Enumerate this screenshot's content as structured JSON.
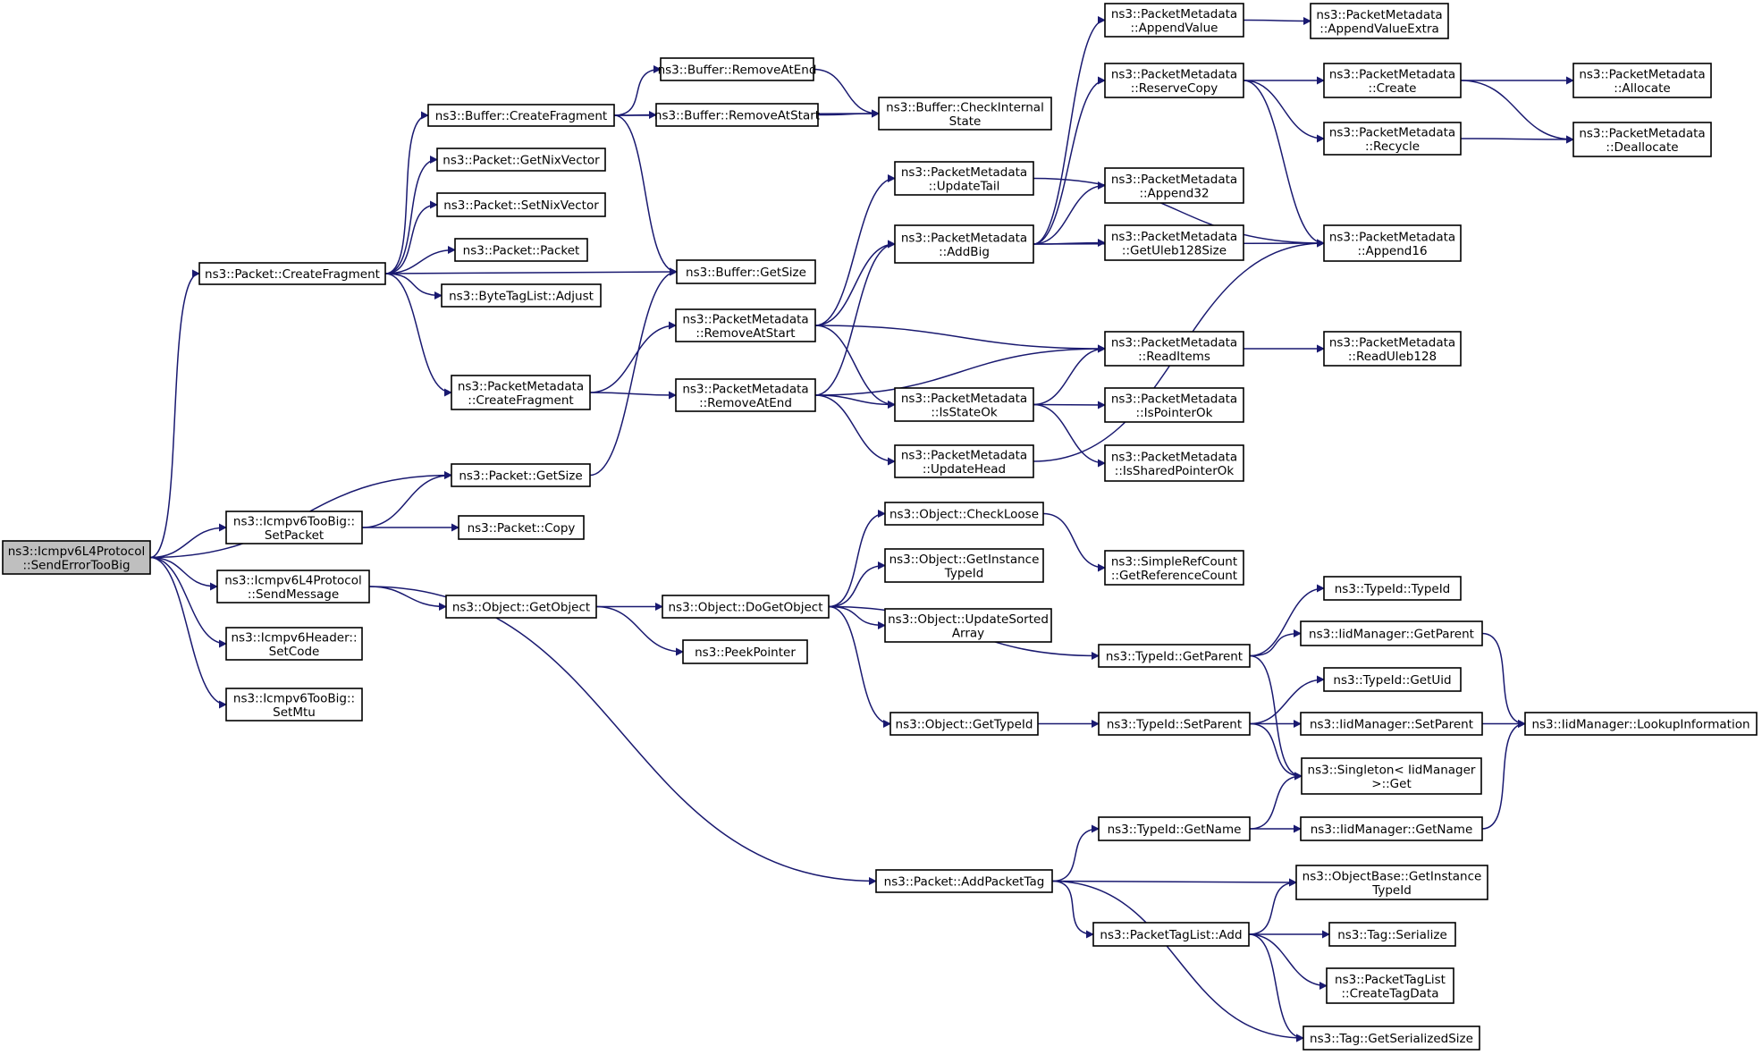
{
  "nodes": [
    {
      "id": "root",
      "lines": [
        "ns3::Icmpv6L4Protocol",
        "::SendErrorTooBig"
      ],
      "highlighted": true
    },
    {
      "id": "pkt_createfrag",
      "lines": [
        "ns3::Packet::CreateFragment"
      ]
    },
    {
      "id": "pkt_getsize",
      "lines": [
        "ns3::Packet::GetSize"
      ]
    },
    {
      "id": "toobig_setpacket",
      "lines": [
        "ns3::Icmpv6TooBig::",
        "SetPacket"
      ]
    },
    {
      "id": "l4_sendmessage",
      "lines": [
        "ns3::Icmpv6L4Protocol",
        "::SendMessage"
      ]
    },
    {
      "id": "hdr_setcode",
      "lines": [
        "ns3::Icmpv6Header::",
        "SetCode"
      ]
    },
    {
      "id": "toobig_setmtu",
      "lines": [
        "ns3::Icmpv6TooBig::",
        "SetMtu"
      ]
    },
    {
      "id": "buf_createfrag",
      "lines": [
        "ns3::Buffer::CreateFragment"
      ]
    },
    {
      "id": "pkt_getnix",
      "lines": [
        "ns3::Packet::GetNixVector"
      ]
    },
    {
      "id": "pkt_setnix",
      "lines": [
        "ns3::Packet::SetNixVector"
      ]
    },
    {
      "id": "pkt_packet",
      "lines": [
        "ns3::Packet::Packet"
      ]
    },
    {
      "id": "btl_adjust",
      "lines": [
        "ns3::ByteTagList::Adjust"
      ]
    },
    {
      "id": "pm_createfrag",
      "lines": [
        "ns3::PacketMetadata",
        "::CreateFragment"
      ]
    },
    {
      "id": "pkt_copy",
      "lines": [
        "ns3::Packet::Copy"
      ]
    },
    {
      "id": "obj_getobject",
      "lines": [
        "ns3::Object::GetObject"
      ]
    },
    {
      "id": "buf_removeatend",
      "lines": [
        "ns3::Buffer::RemoveAtEnd"
      ]
    },
    {
      "id": "buf_removeatstart",
      "lines": [
        "ns3::Buffer::RemoveAtStart"
      ]
    },
    {
      "id": "buf_getsize",
      "lines": [
        "ns3::Buffer::GetSize"
      ]
    },
    {
      "id": "pm_removeatstart",
      "lines": [
        "ns3::PacketMetadata",
        "::RemoveAtStart"
      ]
    },
    {
      "id": "pm_removeatend",
      "lines": [
        "ns3::PacketMetadata",
        "::RemoveAtEnd"
      ]
    },
    {
      "id": "obj_dogetobject",
      "lines": [
        "ns3::Object::DoGetObject"
      ]
    },
    {
      "id": "peekpointer",
      "lines": [
        "ns3::PeekPointer"
      ]
    },
    {
      "id": "buf_checkinternal",
      "lines": [
        "ns3::Buffer::CheckInternal",
        "State"
      ]
    },
    {
      "id": "pm_updatetail",
      "lines": [
        "ns3::PacketMetadata",
        "::UpdateTail"
      ]
    },
    {
      "id": "pm_addbig",
      "lines": [
        "ns3::PacketMetadata",
        "::AddBig"
      ]
    },
    {
      "id": "pm_isstateok",
      "lines": [
        "ns3::PacketMetadata",
        "::IsStateOk"
      ]
    },
    {
      "id": "pm_updatehead",
      "lines": [
        "ns3::PacketMetadata",
        "::UpdateHead"
      ]
    },
    {
      "id": "obj_checkloose",
      "lines": [
        "ns3::Object::CheckLoose"
      ]
    },
    {
      "id": "obj_getinstancetypeid",
      "lines": [
        "ns3::Object::GetInstance",
        "TypeId"
      ]
    },
    {
      "id": "obj_updatesorted",
      "lines": [
        "ns3::Object::UpdateSorted",
        "Array"
      ]
    },
    {
      "id": "obj_gettypeid",
      "lines": [
        "ns3::Object::GetTypeId"
      ]
    },
    {
      "id": "pkt_addpackettag",
      "lines": [
        "ns3::Packet::AddPacketTag"
      ]
    },
    {
      "id": "pm_appendvalue",
      "lines": [
        "ns3::PacketMetadata",
        "::AppendValue"
      ]
    },
    {
      "id": "pm_reservecopy",
      "lines": [
        "ns3::PacketMetadata",
        "::ReserveCopy"
      ]
    },
    {
      "id": "pm_append32",
      "lines": [
        "ns3::PacketMetadata",
        "::Append32"
      ]
    },
    {
      "id": "pm_getuleb128size",
      "lines": [
        "ns3::PacketMetadata",
        "::GetUleb128Size"
      ]
    },
    {
      "id": "pm_readitems",
      "lines": [
        "ns3::PacketMetadata",
        "::ReadItems"
      ]
    },
    {
      "id": "pm_ispointerok",
      "lines": [
        "ns3::PacketMetadata",
        "::IsPointerOk"
      ]
    },
    {
      "id": "pm_issharedpointerok",
      "lines": [
        "ns3::PacketMetadata",
        "::IsSharedPointerOk"
      ]
    },
    {
      "id": "src_getrefcount",
      "lines": [
        "ns3::SimpleRefCount",
        "::GetReferenceCount"
      ]
    },
    {
      "id": "tid_getparent",
      "lines": [
        "ns3::TypeId::GetParent"
      ]
    },
    {
      "id": "tid_setparent",
      "lines": [
        "ns3::TypeId::SetParent"
      ]
    },
    {
      "id": "tid_getname",
      "lines": [
        "ns3::TypeId::GetName"
      ]
    },
    {
      "id": "ptl_add",
      "lines": [
        "ns3::PacketTagList::Add"
      ]
    },
    {
      "id": "pm_appendvalueextra",
      "lines": [
        "ns3::PacketMetadata",
        "::AppendValueExtra"
      ]
    },
    {
      "id": "pm_create",
      "lines": [
        "ns3::PacketMetadata",
        "::Create"
      ]
    },
    {
      "id": "pm_recycle",
      "lines": [
        "ns3::PacketMetadata",
        "::Recycle"
      ]
    },
    {
      "id": "pm_append16",
      "lines": [
        "ns3::PacketMetadata",
        "::Append16"
      ]
    },
    {
      "id": "pm_readuleb128",
      "lines": [
        "ns3::PacketMetadata",
        "::ReadUleb128"
      ]
    },
    {
      "id": "tid_typeid",
      "lines": [
        "ns3::TypeId::TypeId"
      ]
    },
    {
      "id": "iid_getparent",
      "lines": [
        "ns3::IidManager::GetParent"
      ]
    },
    {
      "id": "tid_getuid",
      "lines": [
        "ns3::TypeId::GetUid"
      ]
    },
    {
      "id": "iid_setparent",
      "lines": [
        "ns3::IidManager::SetParent"
      ]
    },
    {
      "id": "singleton_get",
      "lines": [
        "ns3::Singleton< IidManager",
        " >::Get"
      ]
    },
    {
      "id": "iid_getname",
      "lines": [
        "ns3::IidManager::GetName"
      ]
    },
    {
      "id": "objbase_getinstancetypeid",
      "lines": [
        "ns3::ObjectBase::GetInstance",
        "TypeId"
      ]
    },
    {
      "id": "tag_serialize",
      "lines": [
        "ns3::Tag::Serialize"
      ]
    },
    {
      "id": "ptl_createtagdata",
      "lines": [
        "ns3::PacketTagList",
        "::CreateTagData"
      ]
    },
    {
      "id": "tag_getserializedsize",
      "lines": [
        "ns3::Tag::GetSerializedSize"
      ]
    },
    {
      "id": "pm_allocate",
      "lines": [
        "ns3::PacketMetadata",
        "::Allocate"
      ]
    },
    {
      "id": "pm_deallocate",
      "lines": [
        "ns3::PacketMetadata",
        "::Deallocate"
      ]
    },
    {
      "id": "iid_lookupinfo",
      "lines": [
        "ns3::IidManager::LookupInformation"
      ]
    }
  ],
  "edges": [
    [
      "root",
      "pkt_createfrag"
    ],
    [
      "root",
      "pkt_getsize"
    ],
    [
      "root",
      "toobig_setpacket"
    ],
    [
      "root",
      "l4_sendmessage"
    ],
    [
      "root",
      "hdr_setcode"
    ],
    [
      "root",
      "toobig_setmtu"
    ],
    [
      "pkt_createfrag",
      "buf_createfrag"
    ],
    [
      "pkt_createfrag",
      "pkt_getnix"
    ],
    [
      "pkt_createfrag",
      "pkt_setnix"
    ],
    [
      "pkt_createfrag",
      "pkt_packet"
    ],
    [
      "pkt_createfrag",
      "btl_adjust"
    ],
    [
      "pkt_createfrag",
      "buf_getsize"
    ],
    [
      "pkt_createfrag",
      "pm_createfrag"
    ],
    [
      "pkt_getsize",
      "buf_getsize"
    ],
    [
      "toobig_setpacket",
      "pkt_getsize"
    ],
    [
      "toobig_setpacket",
      "pkt_copy"
    ],
    [
      "l4_sendmessage",
      "obj_getobject"
    ],
    [
      "l4_sendmessage",
      "pkt_addpackettag"
    ],
    [
      "buf_createfrag",
      "buf_removeatend"
    ],
    [
      "buf_createfrag",
      "buf_removeatstart"
    ],
    [
      "buf_createfrag",
      "buf_checkinternal"
    ],
    [
      "buf_createfrag",
      "buf_getsize"
    ],
    [
      "buf_removeatend",
      "buf_checkinternal"
    ],
    [
      "buf_removeatstart",
      "buf_checkinternal"
    ],
    [
      "pm_createfrag",
      "pm_removeatstart"
    ],
    [
      "pm_createfrag",
      "pm_removeatend"
    ],
    [
      "pm_removeatstart",
      "pm_updatetail"
    ],
    [
      "pm_removeatstart",
      "pm_addbig"
    ],
    [
      "pm_removeatstart",
      "pm_readitems"
    ],
    [
      "pm_removeatstart",
      "pm_isstateok"
    ],
    [
      "pm_removeatend",
      "pm_addbig"
    ],
    [
      "pm_removeatend",
      "pm_readitems"
    ],
    [
      "pm_removeatend",
      "pm_isstateok"
    ],
    [
      "pm_removeatend",
      "pm_updatehead"
    ],
    [
      "pm_updatetail",
      "pm_append16"
    ],
    [
      "pm_addbig",
      "pm_appendvalue"
    ],
    [
      "pm_addbig",
      "pm_reservecopy"
    ],
    [
      "pm_addbig",
      "pm_append32"
    ],
    [
      "pm_addbig",
      "pm_getuleb128size"
    ],
    [
      "pm_addbig",
      "pm_append16"
    ],
    [
      "pm_isstateok",
      "pm_readitems"
    ],
    [
      "pm_isstateok",
      "pm_ispointerok"
    ],
    [
      "pm_isstateok",
      "pm_issharedpointerok"
    ],
    [
      "pm_updatehead",
      "pm_append16"
    ],
    [
      "pm_appendvalue",
      "pm_appendvalueextra"
    ],
    [
      "pm_reservecopy",
      "pm_create"
    ],
    [
      "pm_reservecopy",
      "pm_recycle"
    ],
    [
      "pm_reservecopy",
      "pm_append16"
    ],
    [
      "pm_create",
      "pm_allocate"
    ],
    [
      "pm_create",
      "pm_deallocate"
    ],
    [
      "pm_recycle",
      "pm_deallocate"
    ],
    [
      "pm_readitems",
      "pm_readuleb128"
    ],
    [
      "obj_getobject",
      "obj_dogetobject"
    ],
    [
      "obj_getobject",
      "peekpointer"
    ],
    [
      "obj_dogetobject",
      "obj_checkloose"
    ],
    [
      "obj_dogetobject",
      "obj_getinstancetypeid"
    ],
    [
      "obj_dogetobject",
      "obj_updatesorted"
    ],
    [
      "obj_dogetobject",
      "tid_getparent"
    ],
    [
      "obj_dogetobject",
      "obj_gettypeid"
    ],
    [
      "obj_checkloose",
      "src_getrefcount"
    ],
    [
      "obj_gettypeid",
      "tid_setparent"
    ],
    [
      "tid_getparent",
      "tid_typeid"
    ],
    [
      "tid_getparent",
      "iid_getparent"
    ],
    [
      "tid_getparent",
      "singleton_get"
    ],
    [
      "tid_setparent",
      "tid_getuid"
    ],
    [
      "tid_setparent",
      "iid_setparent"
    ],
    [
      "tid_setparent",
      "singleton_get"
    ],
    [
      "iid_getparent",
      "iid_lookupinfo"
    ],
    [
      "iid_setparent",
      "iid_lookupinfo"
    ],
    [
      "tid_getname",
      "singleton_get"
    ],
    [
      "tid_getname",
      "iid_getname"
    ],
    [
      "iid_getname",
      "iid_lookupinfo"
    ],
    [
      "pkt_addpackettag",
      "tid_getname"
    ],
    [
      "pkt_addpackettag",
      "objbase_getinstancetypeid"
    ],
    [
      "pkt_addpackettag",
      "ptl_add"
    ],
    [
      "pkt_addpackettag",
      "tag_getserializedsize"
    ],
    [
      "ptl_add",
      "objbase_getinstancetypeid"
    ],
    [
      "ptl_add",
      "tag_serialize"
    ],
    [
      "ptl_add",
      "ptl_createtagdata"
    ],
    [
      "ptl_add",
      "tag_getserializedsize"
    ]
  ]
}
